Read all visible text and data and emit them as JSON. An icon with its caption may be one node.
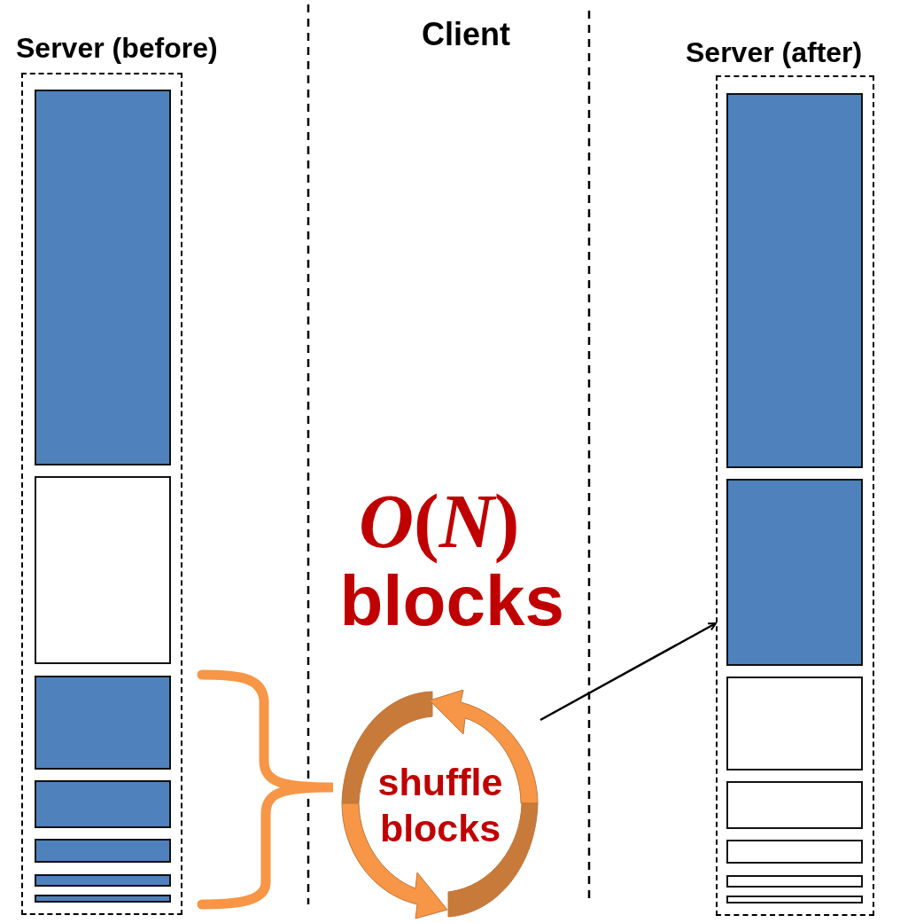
{
  "diagram": {
    "nodes": [
      {
        "text": [
          "Server (before)"
        ]
      },
      {
        "text": [],
        "shape": "box",
        "in": 0
      },
      {
        "text": [],
        "shape": "box",
        "in": 0
      },
      {
        "text": [],
        "shape": "box",
        "in": 0
      },
      {
        "text": [],
        "shape": "box",
        "in": 0
      },
      {
        "text": [],
        "shape": "box",
        "in": 0
      },
      {
        "text": [],
        "shape": "box",
        "in": 0
      },
      {
        "text": [],
        "shape": "box",
        "in": 0
      },
      {
        "text": [
          "shuffle blocks"
        ]
      },
      {
        "text": [
          "Server (after)"
        ]
      },
      {
        "text": [],
        "shape": "box",
        "in": 9
      },
      {
        "text": [],
        "shape": "box",
        "in": 9
      },
      {
        "text": [],
        "shape": "box",
        "in": 9
      },
      {
        "text": [],
        "shape": "box",
        "in": 9
      },
      {
        "text": [],
        "shape": "box",
        "in": 9
      },
      {
        "text": [],
        "shape": "box",
        "in": 9
      },
      {
        "text": [],
        "shape": "box",
        "in": 9
      }
    ],
    "edges": [
      {
        "from": 8,
        "to": 9,
        "arrow": "to"
      }
    ],
    "labels": [
      "Client",
      "*O*(*N*)",
      "blocks"
    ]
  }
}
